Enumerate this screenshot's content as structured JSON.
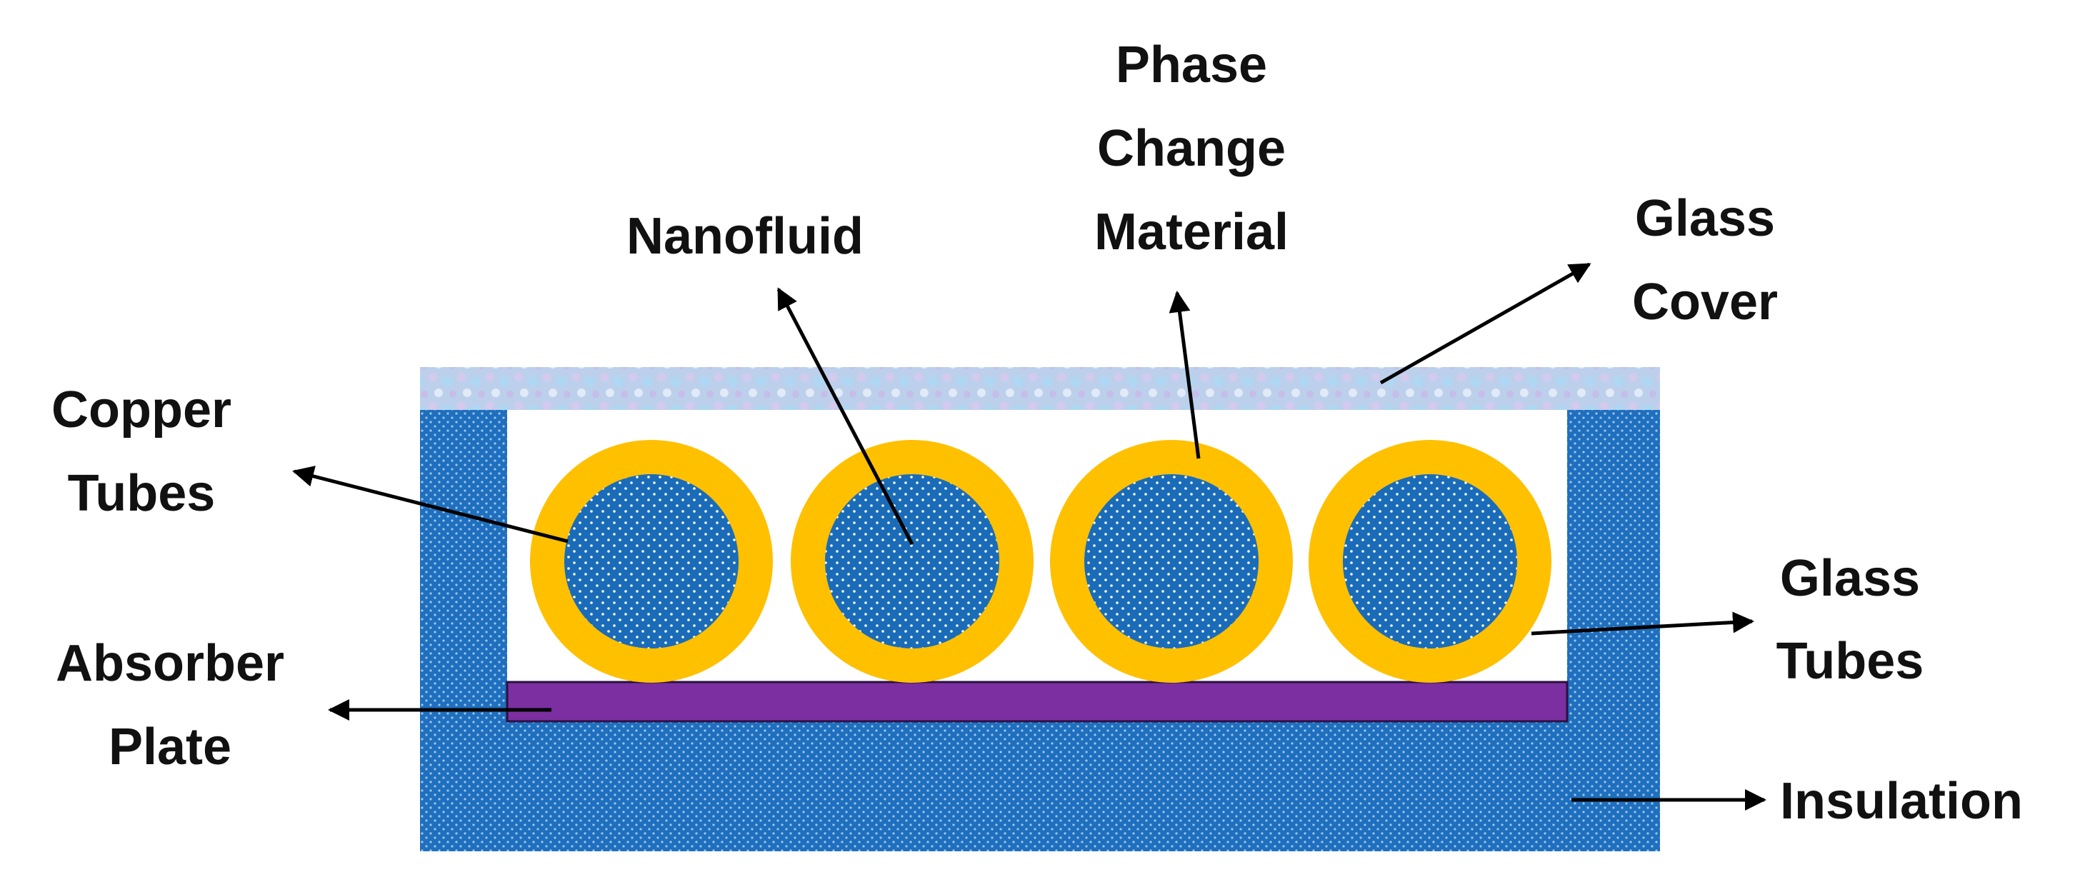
{
  "labels": {
    "phase_change_line1": "Phase",
    "phase_change_line2": "Change",
    "phase_change_line3": "Material",
    "nanofluid": "Nanofluid",
    "glass_cover_line1": "Glass",
    "glass_cover_line2": "Cover",
    "copper_tubes_line1": "Copper",
    "copper_tubes_line2": "Tubes",
    "glass_tubes_line1": "Glass",
    "glass_tubes_line2": "Tubes",
    "absorber_plate_line1": "Absorber",
    "absorber_plate_line2": "Plate",
    "insulation": "Insulation"
  },
  "colors": {
    "insulation": "#1f6fbf",
    "glass_cover": "#b8cdea",
    "copper_tube_ring": "#ffc000",
    "nanofluid": "#1a6cb8",
    "absorber_plate": "#7b2fa0",
    "arrow": "#000000"
  }
}
